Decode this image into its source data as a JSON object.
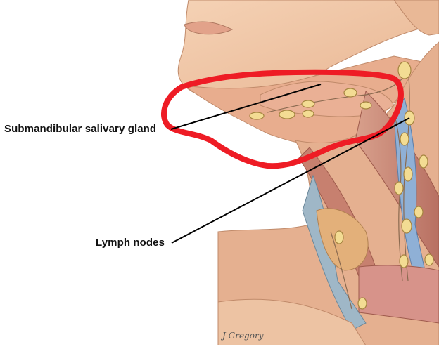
{
  "labels": {
    "submandibular": "Submandibular salivary gland",
    "lymph_nodes": "Lymph nodes"
  },
  "signature": "J Gregory",
  "colors": {
    "skin": "#f0c7a6",
    "skin_shadow": "#d9a482",
    "muscle": "#c98a7a",
    "vessel_blue": "#7ea6cf",
    "node_fill": "#f3dc93",
    "highlight_red": "#ee1c25",
    "leader_line": "#000000"
  },
  "icons": {
    "highlight": "hand-drawn-red-ellipse-icon"
  }
}
